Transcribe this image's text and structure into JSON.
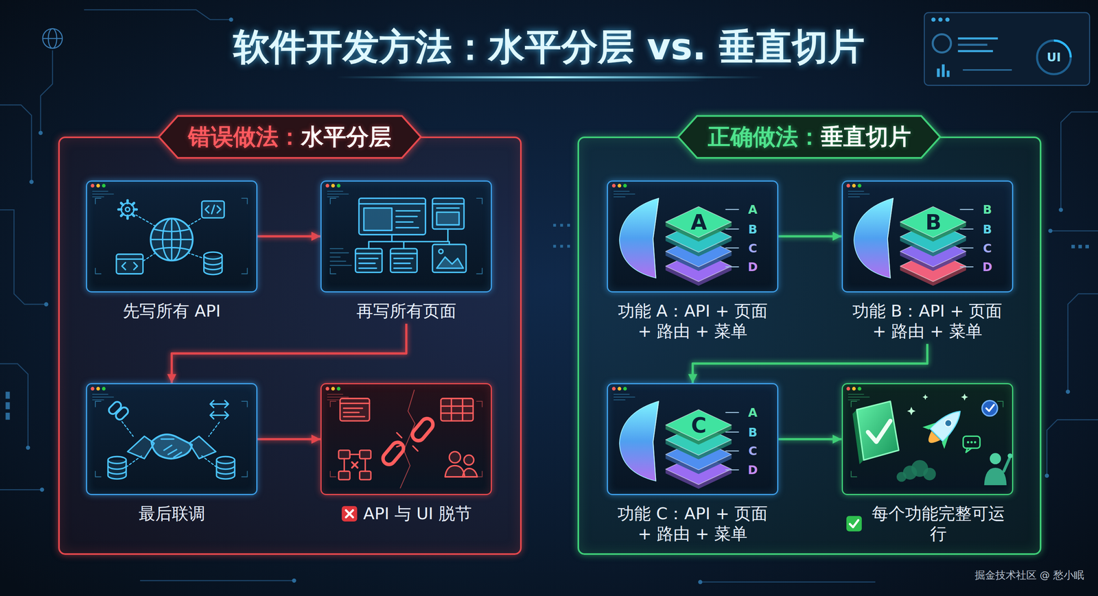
{
  "diagram": {
    "title": "软件开发方法：水平分层 vs. 垂直切片",
    "nodes": [
      {
        "text": [
          "错误做法：",
          "水平分层"
        ]
      },
      {
        "text": [
          "先写所有 API"
        ],
        "in": 0
      },
      {
        "text": [
          "再写所有页面"
        ],
        "in": 0
      },
      {
        "text": [
          "最后联调"
        ],
        "in": 0
      },
      {
        "text": [
          "API 与 UI 脱节"
        ],
        "in": 0
      },
      {
        "text": [
          "正确做法：",
          "垂直切片"
        ]
      },
      {
        "text": [
          "功能 A：API + 页面 + 路由 + 菜单"
        ],
        "in": 5
      },
      {
        "text": [
          "功能 B：API + 页面 + 路由 + 菜单"
        ],
        "in": 5
      },
      {
        "text": [
          "功能 C：API + 页面 + 路由 + 菜单"
        ],
        "in": 5
      },
      {
        "text": [
          "每个功能完整可运行"
        ],
        "in": 5
      }
    ],
    "edges": [
      {
        "from": 1,
        "to": 2,
        "arrow": "to"
      },
      {
        "from": 2,
        "to": 3,
        "arrow": "to"
      },
      {
        "from": 3,
        "to": 4,
        "arrow": "to"
      },
      {
        "from": 6,
        "to": 7,
        "arrow": "to"
      },
      {
        "from": 7,
        "to": 8,
        "arrow": "to"
      },
      {
        "from": 8,
        "to": 9,
        "arrow": "to"
      }
    ],
    "labels": [
      "A",
      "A",
      "B",
      "C",
      "D",
      "B",
      "B",
      "B",
      "C",
      "D",
      "C",
      "A",
      "B",
      "C",
      "D",
      "UI",
      "掘金技术社区 @ 愁小眠"
    ]
  }
}
